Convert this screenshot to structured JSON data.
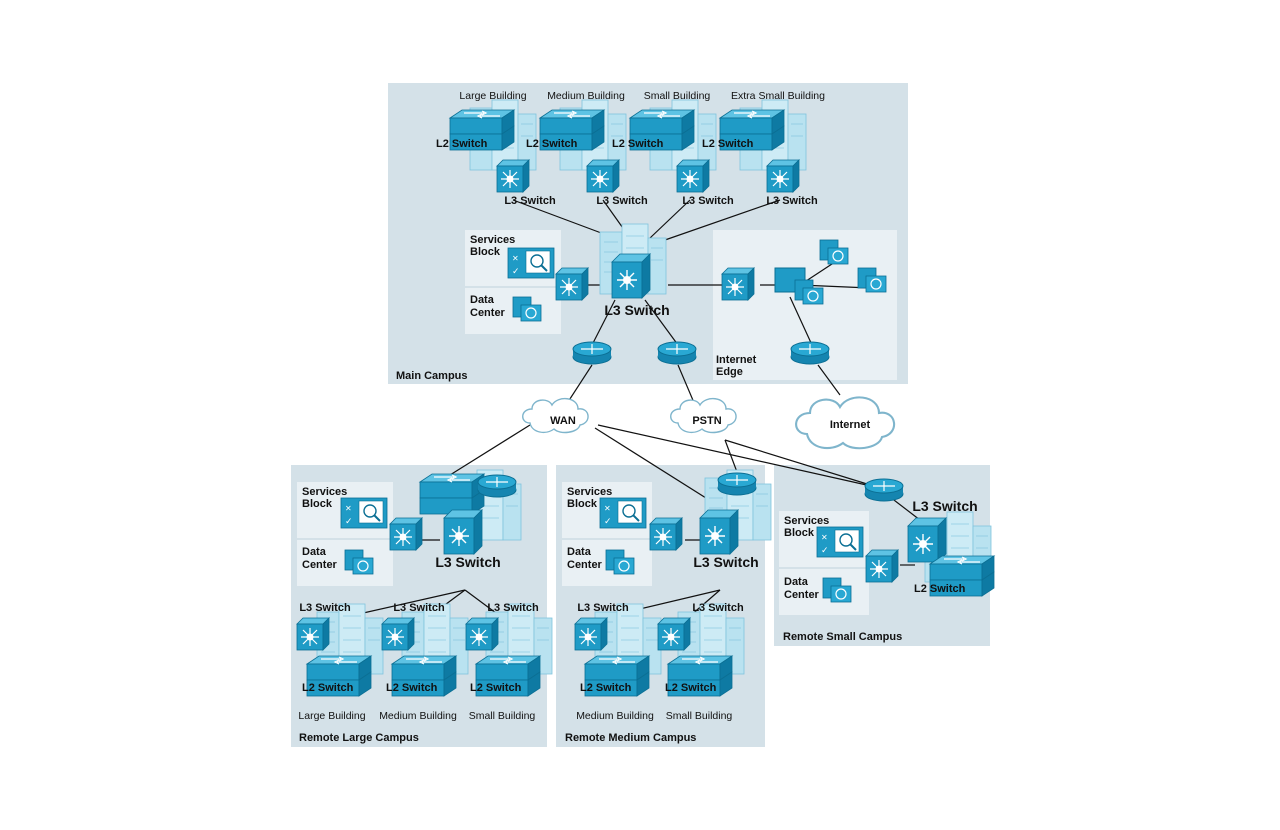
{
  "main_campus": {
    "title": "Main Campus",
    "buildings": [
      "Large Building",
      "Medium Building",
      "Small Building",
      "Extra Small Building"
    ],
    "l2_label_pre": "L2 ",
    "l2_label_post": "Switch",
    "l3_label": "L3 Switch",
    "core_label": "L3 Switch",
    "services_block": [
      "Services",
      "Block"
    ],
    "data_center": [
      "Data",
      "Center"
    ],
    "internet_edge": [
      "Internet",
      "Edge"
    ]
  },
  "clouds": {
    "wan": "WAN",
    "pstn": "PSTN",
    "internet": "Internet"
  },
  "remote_large": {
    "title": "Remote Large Campus",
    "core_label": "L3 Switch",
    "services_block": [
      "Services",
      "Block"
    ],
    "data_center": [
      "Data",
      "Center"
    ],
    "l3_labels": [
      "L3 Switch",
      "L3 Switch",
      "L3 Switch"
    ],
    "l2_label_pre": "L2 ",
    "l2_label_post": "Switch",
    "buildings": [
      "Large Building",
      "Medium Building",
      "Small Building"
    ]
  },
  "remote_medium": {
    "title": "Remote Medium Campus",
    "core_label": "L3 Switch",
    "services_block": [
      "Services",
      "Block"
    ],
    "data_center": [
      "Data",
      "Center"
    ],
    "l3_labels": [
      "L3 Switch",
      "L3 Switch"
    ],
    "l2_label_pre": "L2 ",
    "l2_label_post": "Switch",
    "buildings": [
      "Medium Building",
      "Small Building"
    ]
  },
  "remote_small": {
    "title": "Remote Small Campus",
    "core_label": "L3 Switch",
    "services_block": [
      "Services",
      "Block"
    ],
    "data_center": [
      "Data",
      "Center"
    ],
    "l2_label_pre": "L2 ",
    "l2_label_post": "Switch"
  },
  "colors": {
    "panel": "#d4e1e8",
    "inner_panel": "#e9f0f4",
    "device": "#1f9bc6",
    "device_dark": "#0b6f94",
    "building": "#b7e0ee"
  }
}
